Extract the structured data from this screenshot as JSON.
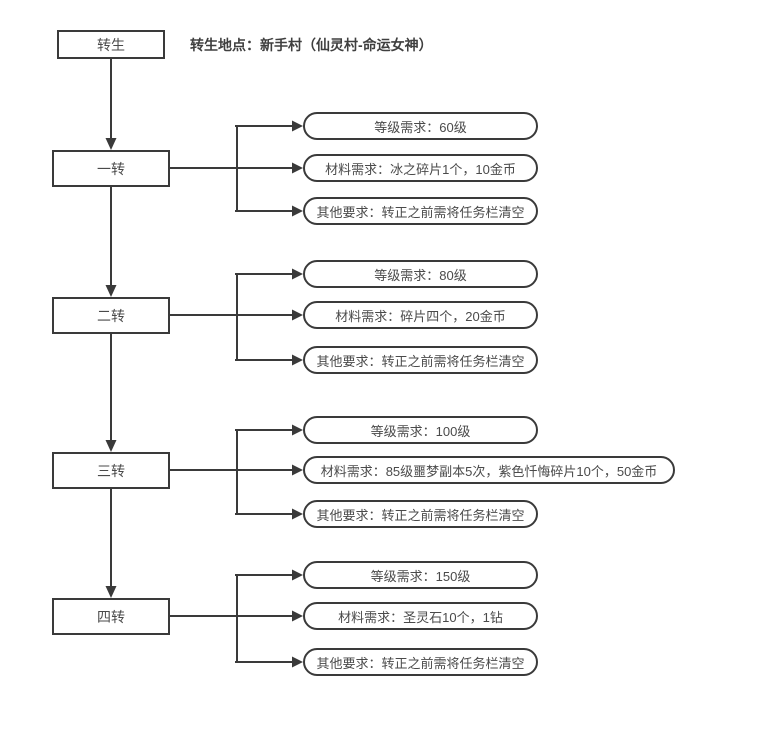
{
  "title": {
    "box_label": "转生",
    "location_note": "转生地点：新手村（仙灵村-命运女神）"
  },
  "stages": [
    {
      "rank": "一转",
      "requirements": [
        "等级需求：60级",
        "材料需求：冰之碎片1个，10金币",
        "其他要求：转正之前需将任务栏清空"
      ]
    },
    {
      "rank": "二转",
      "requirements": [
        "等级需求：80级",
        "材料需求：碎片四个，20金币",
        "其他要求：转正之前需将任务栏清空"
      ]
    },
    {
      "rank": "三转",
      "requirements": [
        "等级需求：100级",
        "材料需求：85级噩梦副本5次，紫色忏悔碎片10个，50金币",
        "其他要求：转正之前需将任务栏清空"
      ]
    },
    {
      "rank": "四转",
      "requirements": [
        "等级需求：150级",
        "材料需求：圣灵石10个，1钻",
        "其他要求：转正之前需将任务栏清空"
      ]
    }
  ],
  "colors": {
    "line": "#3a3a3a",
    "text": "#4a4a4a",
    "background": "#ffffff"
  }
}
